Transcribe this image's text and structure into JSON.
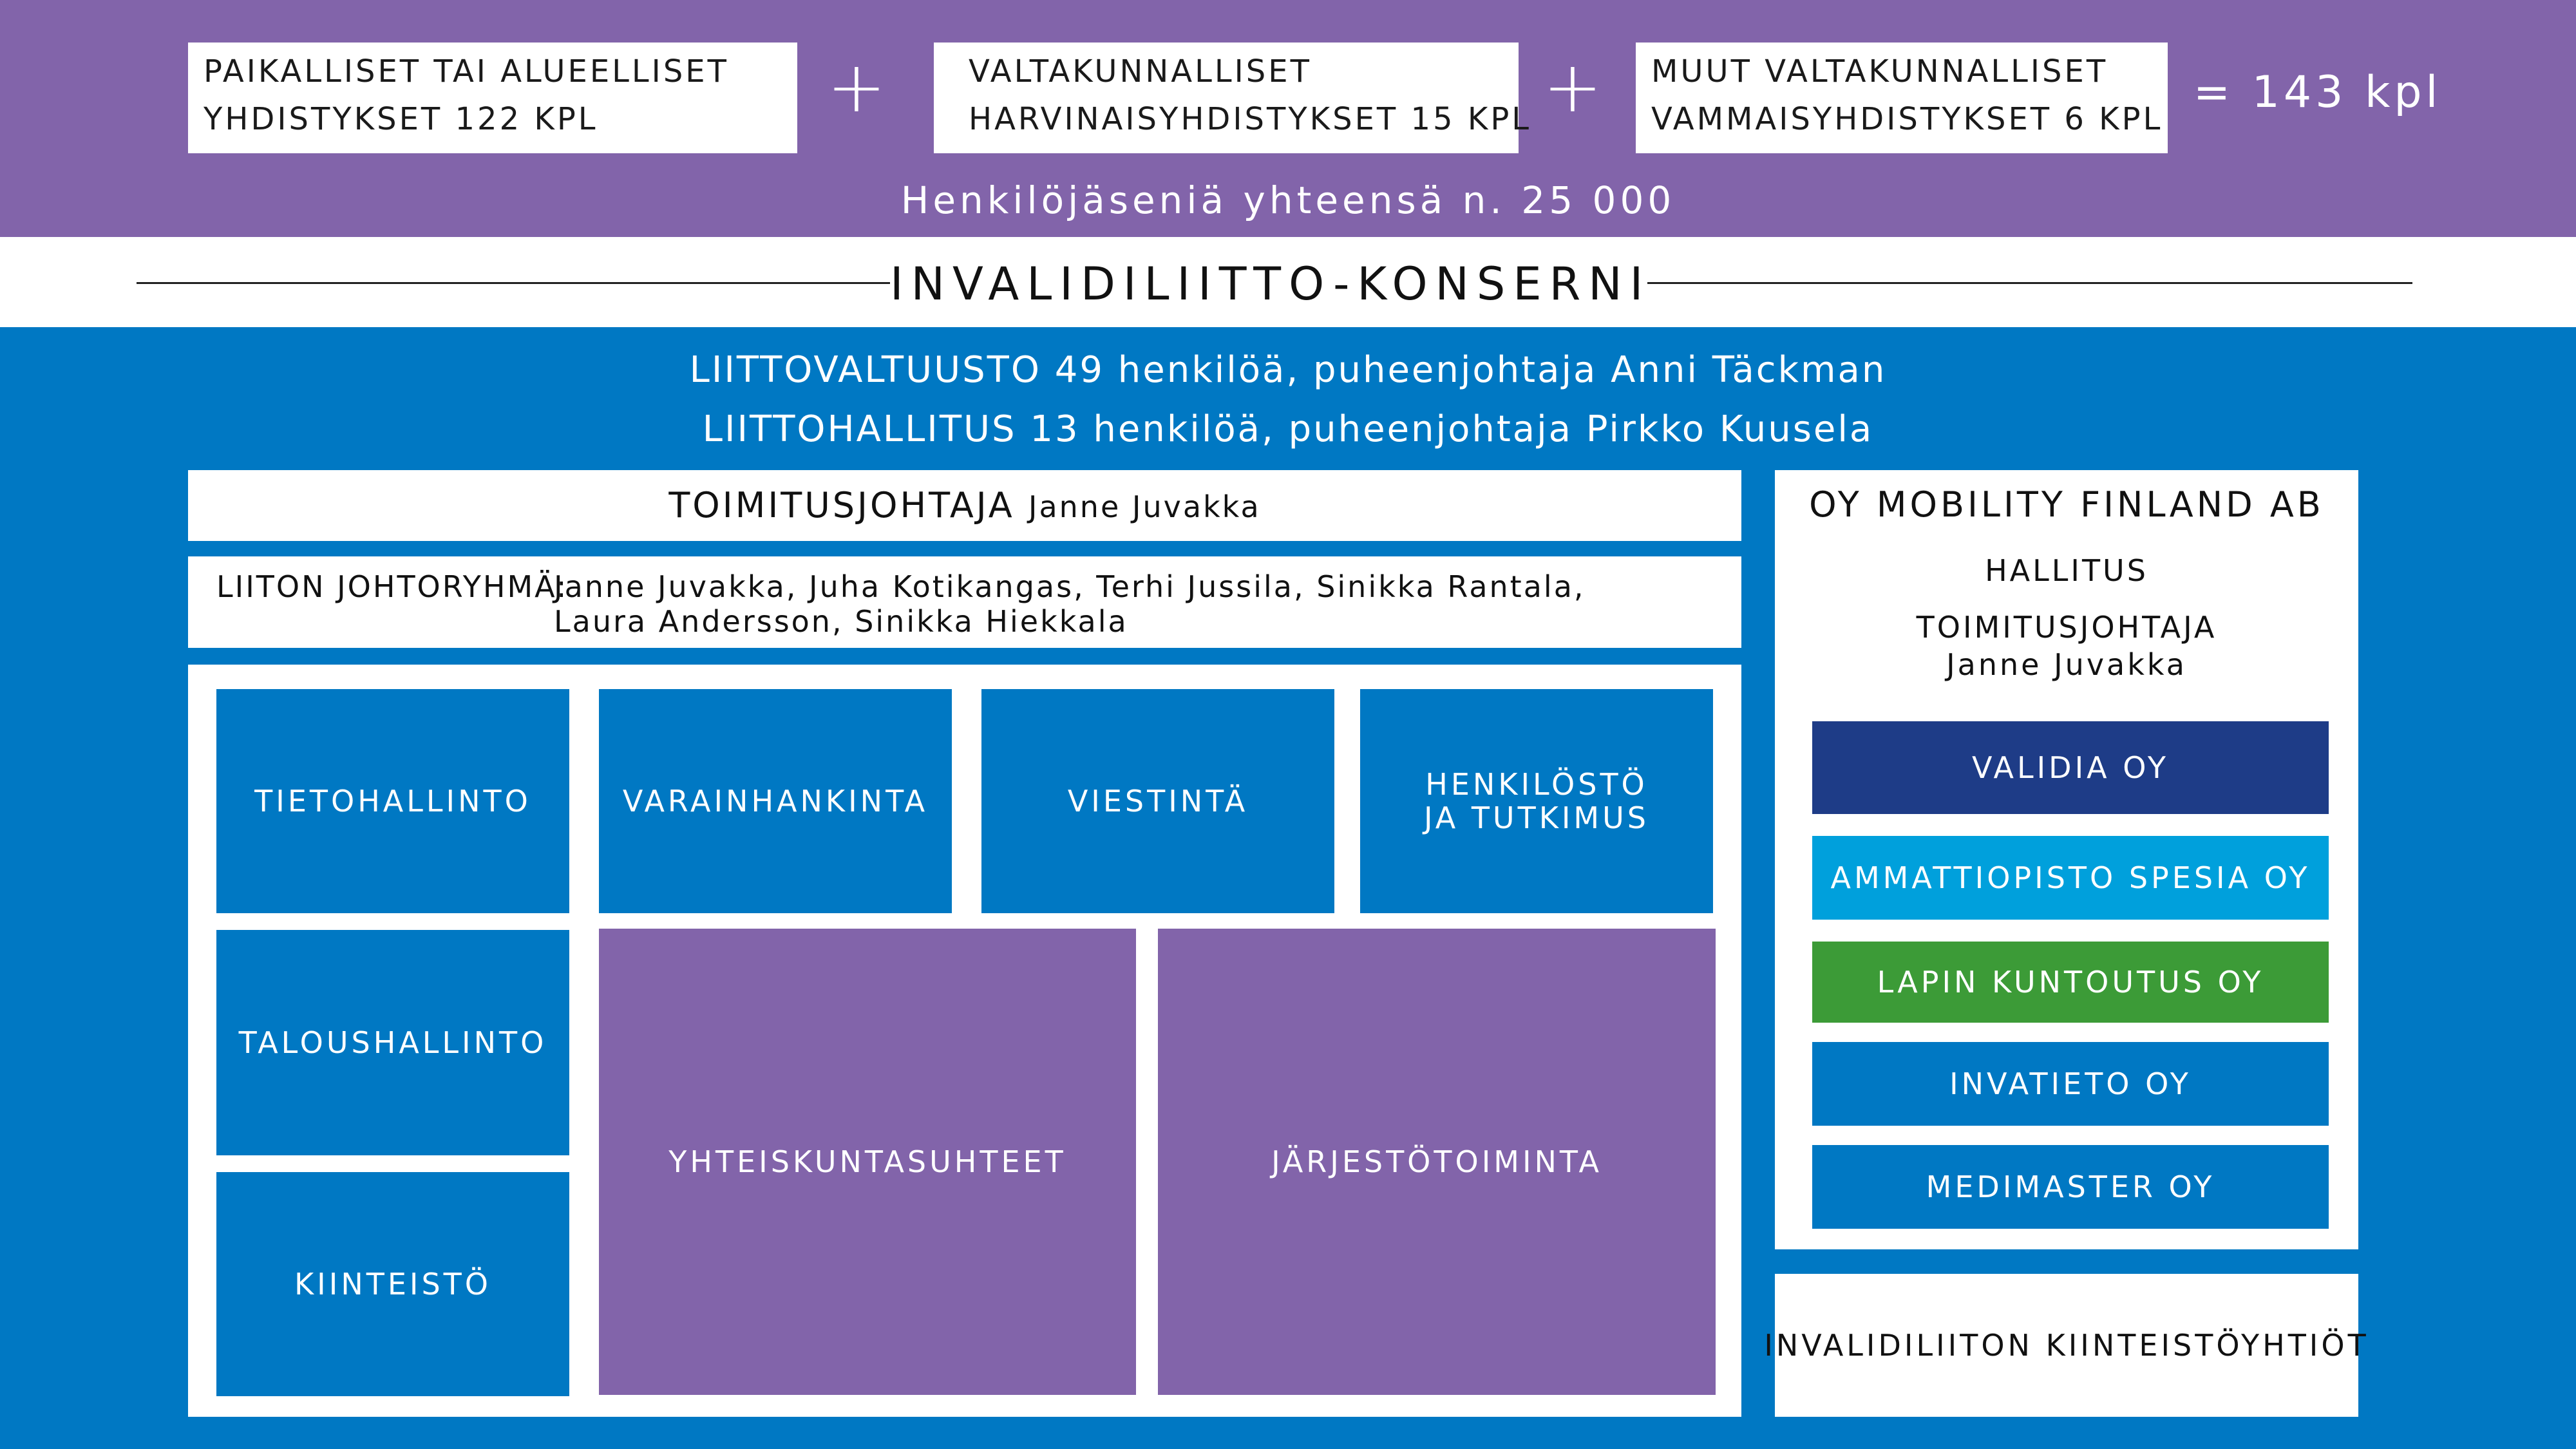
{
  "members": {
    "boxes": [
      {
        "line1": "PAIKALLISET TAI ALUEELLISET",
        "line2": "YHDISTYKSET 122 KPL"
      },
      {
        "line1": "VALTAKUNNALLISET",
        "line2": "HARVINAISYHDISTYKSET 15 KPL"
      },
      {
        "line1": "MUUT VALTAKUNNALLISET",
        "line2": "VAMMAISYHDISTYKSET 6 KPL"
      }
    ],
    "plus_sign": "+",
    "total": "= 143 kpl",
    "individual_members": "Henkilöjäseniä yhteensä n. 25 000"
  },
  "group_title": "INVALIDILIITTO-KONSERNI",
  "council": {
    "line1": "LIITTOVALTUUSTO 49 henkilöä, puheenjohtaja Anni Täckman",
    "line2": "LIITTOHALLITUS 13 henkilöä, puheenjohtaja Pirkko Kuusela"
  },
  "ceo": {
    "title": "TOIMITUSJOHTAJA",
    "name": "Janne Juvakka"
  },
  "executive_group": {
    "label": "LIITON JOHTORYHMÄ:",
    "line1": "Janne Juvakka, Juha Kotikangas, Terhi Jussila, Sinikka Rantala,",
    "line2": "Laura Andersson, Sinikka Hiekkala"
  },
  "units": {
    "tietohallinto": "TIETOHALLINTO",
    "varainhankinta": "VARAINHANKINTA",
    "viestinta": "VIESTINTÄ",
    "henkilosto_line1": "HENKILÖSTÖ",
    "henkilosto_line2": "JA TUTKIMUS",
    "taloushallinto": "TALOUSHALLINTO",
    "kiinteisto": "KIINTEISTÖ",
    "yhteiskuntasuhteet": "YHTEISKUNTASUHTEET",
    "jarjestotoiminta": "JÄRJESTÖTOIMINTA"
  },
  "mobility": {
    "title": "OY MOBILITY FINLAND AB",
    "board": "HALLITUS",
    "ceo_title": "TOIMITUSJOHTAJA",
    "ceo_name": "Janne Juvakka",
    "companies": [
      {
        "name": "VALIDIA OY",
        "color": "#1e3c87"
      },
      {
        "name": "AMMATTIOPISTO SPESIA OY",
        "color": "#00a0dc"
      },
      {
        "name": "LAPIN KUNTOUTUS OY",
        "color": "#3c9b37"
      },
      {
        "name": "INVATIETO OY",
        "color": "#0078c3"
      },
      {
        "name": "MEDIMASTER OY",
        "color": "#0078c3"
      }
    ]
  },
  "real_estate_companies": "INVALIDILIITON KIINTEISTÖYHTIÖT",
  "colors": {
    "purple": "#8264aa",
    "blue": "#0078c3",
    "white": "#ffffff"
  }
}
